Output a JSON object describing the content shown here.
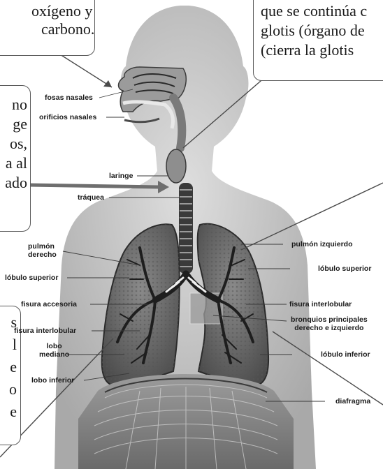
{
  "callouts": {
    "top_left": [
      "oxígeno y la",
      "carbono."
    ],
    "top_right": [
      "que se continúa c",
      "glotis (órgano de",
      "(cierra la glotis"
    ],
    "mid_left": [
      "no",
      "ge",
      "os,",
      "a al",
      "ado"
    ],
    "bottom_left": [
      "s",
      "l",
      "e",
      "o",
      "e"
    ]
  },
  "labels": {
    "fosas_nasales": "fosas nasales",
    "orificios_nasales": "orificios nasales",
    "laringe": "laringe",
    "traquea": "tráquea",
    "pulmon_derecho": [
      "pulmón",
      "derecho"
    ],
    "lobulo_superior_left": "lóbulo superior",
    "fisura_accesoria": "fisura accesoria",
    "fisura_interlobular_left": "fisura interlobular",
    "lobo_mediano": [
      "lobo",
      "mediano"
    ],
    "lobo_inferior": "lobo inferior",
    "pulmon_izquierdo": "pulmón izquierdo",
    "lobulo_superior_right": "lóbulo superior",
    "fisura_interlobular_right": "fisura interlobular",
    "bronquios": [
      "bronquios principales",
      "derecho e izquierdo"
    ],
    "lobulo_inferior_right": "lóbulo inferior",
    "diafragma": "diafragma"
  },
  "colors": {
    "body_silhouette": "#c9c9c9",
    "lung_fill": "#6e6e6e",
    "trachea": "#3a3a3a",
    "callout_border": "#5a5a5a"
  }
}
